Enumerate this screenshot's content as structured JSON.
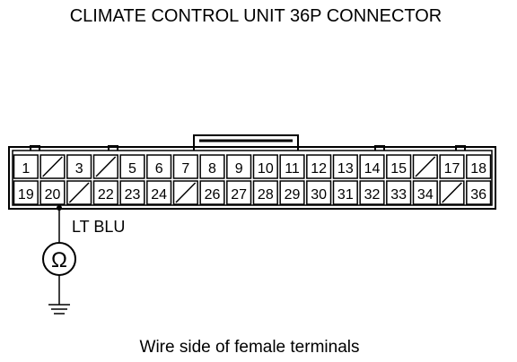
{
  "title": "CLIMATE CONTROL UNIT 36P CONNECTOR",
  "caption": "Wire side of female terminals",
  "wire_label": "LT BLU",
  "meter_symbol": "Ω",
  "meter_icon": "ohmmeter-icon",
  "ground_icon": "ground-icon",
  "connector": {
    "row1": [
      "1",
      "",
      "3",
      "",
      "5",
      "6",
      "7",
      "8",
      "9",
      "10",
      "11",
      "12",
      "13",
      "14",
      "15",
      "",
      "17",
      "18"
    ],
    "row2": [
      "19",
      "20",
      "",
      "22",
      "23",
      "24",
      "",
      "26",
      "27",
      "28",
      "29",
      "30",
      "31",
      "32",
      "33",
      "34",
      "",
      "36"
    ]
  },
  "probe_terminal": "20"
}
